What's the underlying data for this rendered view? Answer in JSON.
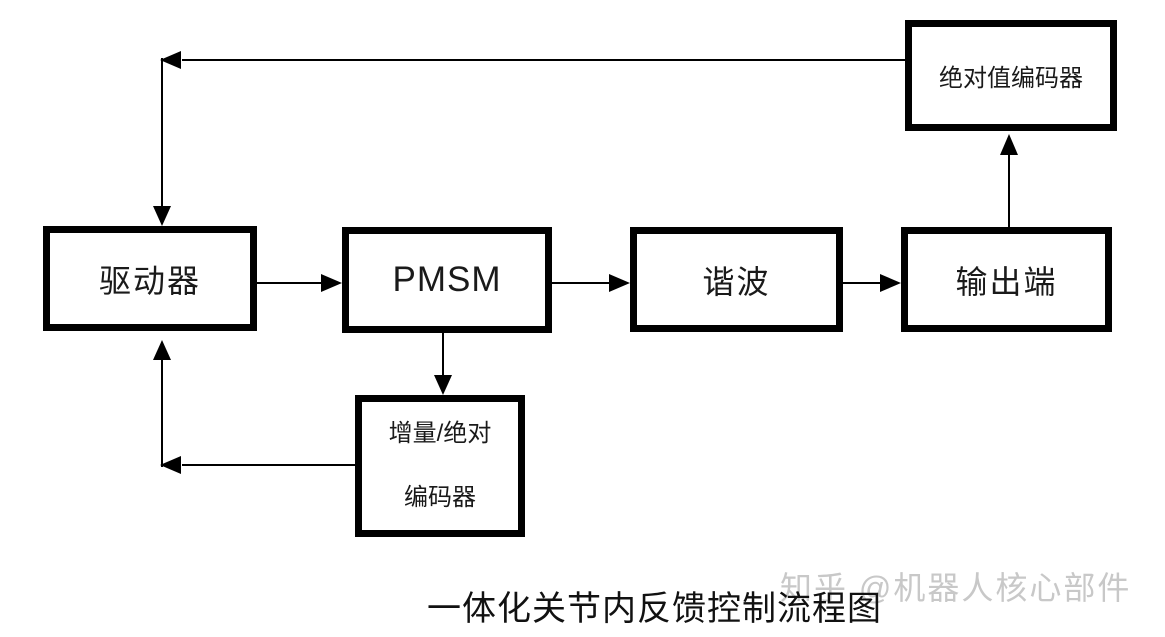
{
  "diagram": {
    "title": "一体化关节内反馈控制流程图",
    "watermark": "知乎 @机器人核心部件",
    "nodes": {
      "abs_encoder": {
        "label": "绝对值编码器"
      },
      "driver": {
        "label": "驱动器"
      },
      "pmsm": {
        "label": "PMSM"
      },
      "harmonic": {
        "label": "谐波"
      },
      "output": {
        "label": "输出端"
      },
      "inc_encoder": {
        "label_line1": "增量/绝对",
        "label_line2": "编码器"
      }
    },
    "edges": [
      {
        "from": "驱动器",
        "to": "PMSM"
      },
      {
        "from": "PMSM",
        "to": "谐波"
      },
      {
        "from": "谐波",
        "to": "输出端"
      },
      {
        "from": "输出端",
        "to": "绝对值编码器"
      },
      {
        "from": "绝对值编码器",
        "to": "驱动器"
      },
      {
        "from": "PMSM",
        "to": "增量/绝对编码器"
      },
      {
        "from": "增量/绝对编码器",
        "to": "驱动器"
      }
    ],
    "colors": {
      "background": "#ffffff",
      "box_border": "#000000",
      "box_fill": "#ffffff",
      "line": "#000000",
      "text": "#1a1a1a",
      "watermark": "#c8c8c8"
    }
  }
}
